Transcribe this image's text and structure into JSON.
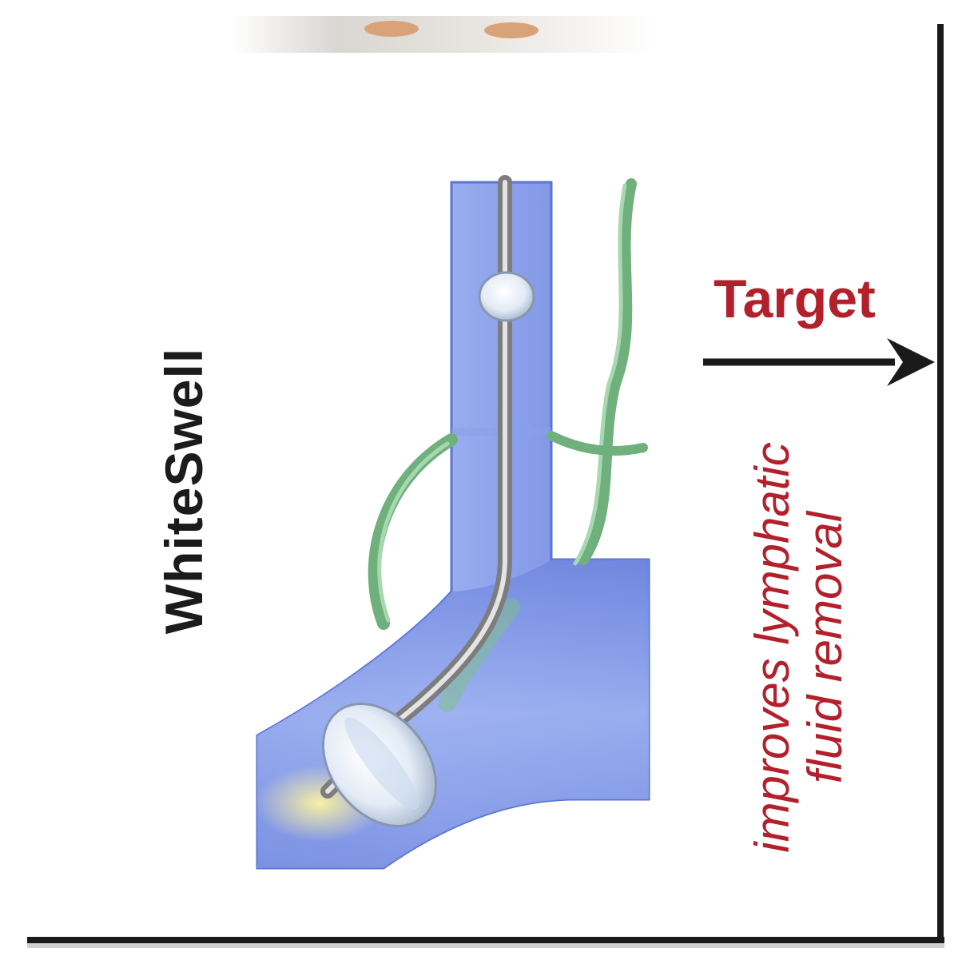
{
  "diagram": {
    "brand_label": "WhiteSwell",
    "target_label": "Target",
    "note_lines": [
      "improves lymphatic",
      "fluid removal"
    ],
    "colors": {
      "vein": "#7f97e6",
      "vein_edge": "#5a74d1",
      "lymphatic_duct": "#7fbf8a",
      "catheter": "#a9a9a9",
      "balloon": "#dfe8f4",
      "accent_text": "#b3202b",
      "frame": "#1a1a1a"
    }
  }
}
